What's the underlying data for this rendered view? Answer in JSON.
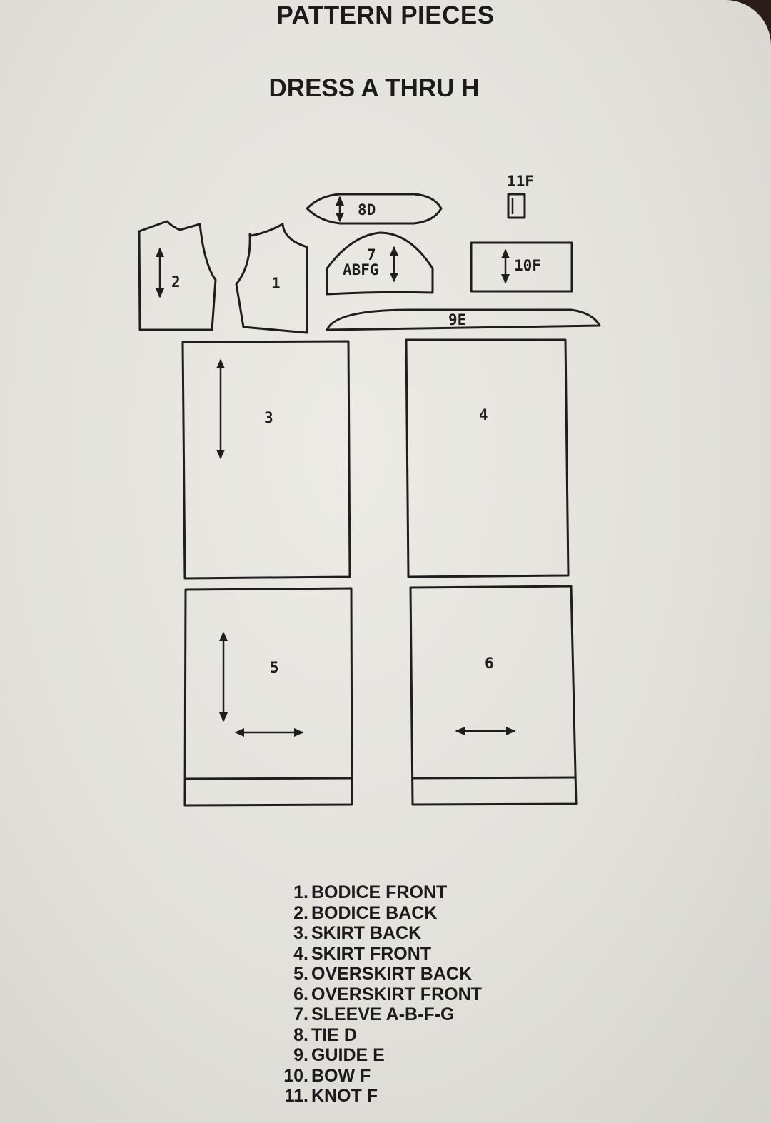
{
  "header": {
    "title": "PATTERN PIECES",
    "subtitle": "DRESS A THRU H"
  },
  "pieces": {
    "bodice_back": "2",
    "bodice_front": "1",
    "tie": "8D",
    "sleeve_number": "7",
    "sleeve_views": "ABFG",
    "bow": "10F",
    "knot": "11F",
    "guide": "9E",
    "skirt_back": "3",
    "skirt_front": "4",
    "overskirt_back": "5",
    "overskirt_front": "6"
  },
  "legend": [
    {
      "num": "1.",
      "text": "BODICE FRONT"
    },
    {
      "num": "2.",
      "text": "BODICE BACK"
    },
    {
      "num": "3.",
      "text": "SKIRT BACK"
    },
    {
      "num": "4.",
      "text": "SKIRT FRONT"
    },
    {
      "num": "5.",
      "text": "OVERSKIRT BACK"
    },
    {
      "num": "6.",
      "text": "OVERSKIRT FRONT"
    },
    {
      "num": "7.",
      "text": "SLEEVE A-B-F-G"
    },
    {
      "num": "8.",
      "text": "TIE D"
    },
    {
      "num": "9.",
      "text": "GUIDE E"
    },
    {
      "num": "10.",
      "text": "BOW F"
    },
    {
      "num": "11.",
      "text": "KNOT F"
    }
  ],
  "colors": {
    "paper": "#e6e5e0",
    "ink": "#1e1e1e",
    "backdrop": "#2a1c16"
  }
}
